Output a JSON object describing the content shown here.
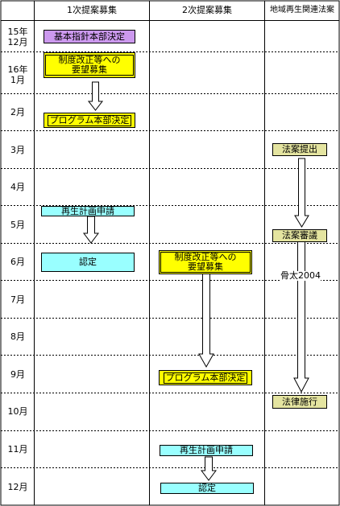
{
  "headers": {
    "col1": "1次提案募集",
    "col2": "2次提案募集",
    "col3": "地域再生関連法案"
  },
  "months": [
    {
      "line1": "15年",
      "line2": "12月"
    },
    {
      "line1": "16年",
      "line2": "1月"
    },
    {
      "line1": "2月",
      "line2": ""
    },
    {
      "line1": "3月",
      "line2": ""
    },
    {
      "line1": "4月",
      "line2": ""
    },
    {
      "line1": "5月",
      "line2": ""
    },
    {
      "line1": "6月",
      "line2": ""
    },
    {
      "line1": "7月",
      "line2": ""
    },
    {
      "line1": "8月",
      "line2": ""
    },
    {
      "line1": "9月",
      "line2": ""
    },
    {
      "line1": "10月",
      "line2": ""
    },
    {
      "line1": "11月",
      "line2": ""
    },
    {
      "line1": "12月",
      "line2": ""
    }
  ],
  "col1_boxes": {
    "kihon": "基本指針本部決定",
    "seido_1": "制度改正等への",
    "seido_2": "要望募集",
    "program": "プログラム本部決定",
    "saisei": "再生計画申請",
    "nintei": "認定"
  },
  "col2_boxes": {
    "seido_1": "制度改正等への",
    "seido_2": "要望募集",
    "program": "プログラム本部決定",
    "saisei": "再生計画申請",
    "nintei": "認定"
  },
  "col3_boxes": {
    "teishutsu": "法案提出",
    "shingi": "法案審議",
    "honebuto": "骨太2004",
    "shikou": "法律施行"
  },
  "colors": {
    "purple": "#cc99ee",
    "yellow": "#ffff00",
    "cyan": "#99ffff",
    "khaki": "#e4e4a0"
  }
}
